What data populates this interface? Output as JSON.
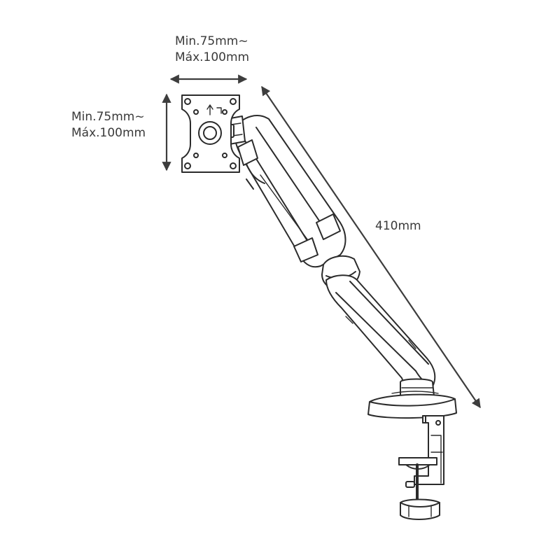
{
  "dimensions": {
    "vesa_width": {
      "min": "Min.75mm~",
      "max": "Máx.100mm"
    },
    "vesa_height": {
      "min": "Min.75mm~",
      "max": "Máx.100mm"
    },
    "arm_length": "410mm"
  },
  "colors": {
    "line": "#2b2b2b",
    "arrow": "#3d3d3d",
    "fill": "#ffffff",
    "text": "#3a3a3a"
  }
}
